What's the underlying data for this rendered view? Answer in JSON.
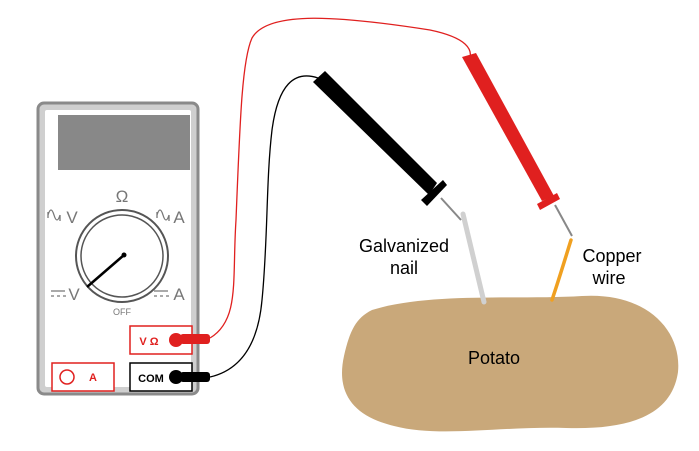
{
  "meter": {
    "dial": {
      "ohm": "Ω",
      "ac_volts": "V",
      "ac_amps": "A",
      "dc_volts": "V",
      "dc_amps": "A",
      "off": "OFF"
    },
    "jacks": {
      "volt_ohm": "V Ω",
      "amps": "A",
      "common": "COM"
    }
  },
  "labels": {
    "nail_line1": "Galvanized",
    "nail_line2": "nail",
    "copper_line1": "Copper",
    "copper_line2": "wire",
    "potato": "Potato"
  },
  "colors": {
    "meter_body": "#cfcfcf",
    "meter_border": "#8a8a8a",
    "display": "#888888",
    "jack_red": "#e0201f",
    "probe_black": "#000000",
    "copper": "#f0a020",
    "nail": "#d0d0d0",
    "potato": "#c9a87a"
  }
}
